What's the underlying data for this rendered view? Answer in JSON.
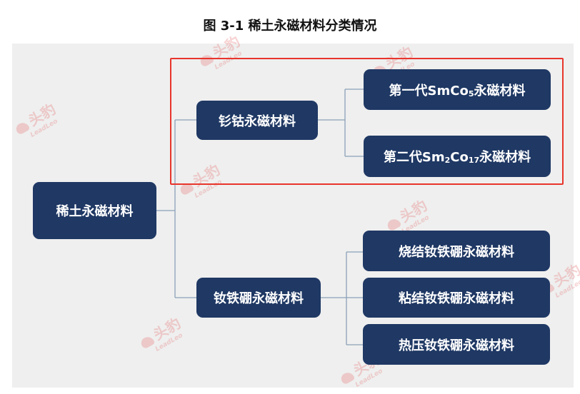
{
  "title": "图  3-1 稀土永磁材料分类情况",
  "watermark": {
    "cn": "头豹",
    "en": "LeadLeo"
  },
  "root": {
    "label": "稀土永磁材料"
  },
  "branches": [
    {
      "label": "钐钴永磁材料",
      "children": [
        {
          "p1": "第一代SmCo",
          "sub1": "5",
          "p2": "永磁材料",
          "sub2": "",
          "p3": ""
        },
        {
          "p1": "第二代Sm",
          "sub1": "2",
          "p2": "Co",
          "sub2": "17",
          "p3": "永磁材料"
        }
      ]
    },
    {
      "label": "钕铁硼永磁材料",
      "children": [
        {
          "label": "烧结钕铁硼永磁材料"
        },
        {
          "label": "粘结钕铁硼永磁材料"
        },
        {
          "label": "热压钕铁硼永磁材料"
        }
      ]
    }
  ],
  "colors": {
    "node": "#1f3864",
    "highlight": "#e8352c",
    "line": "#8aa0b8",
    "panel": "#efefef"
  }
}
